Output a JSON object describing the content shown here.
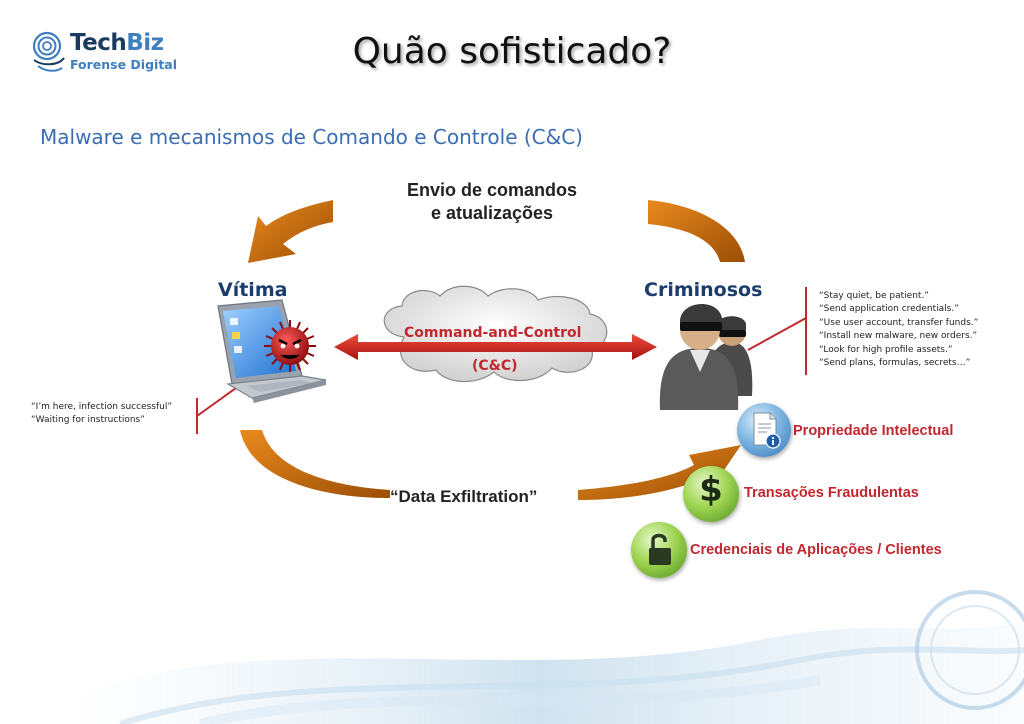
{
  "logo": {
    "brand_part1": "Tech",
    "brand_part2": "Biz",
    "tagline": "Forense Digital"
  },
  "title": "Quão sofisticado?",
  "subtitle": "Malware e mecanismos de Comando e Controle (C&C)",
  "diagram": {
    "victim_label": "Vítima",
    "criminals_label": "Criminosos",
    "commands_line1": "Envio de comandos",
    "commands_line2": "e atualizações",
    "cc_line1": "Command-and-Control",
    "cc_line2": "(C&C)",
    "exfiltration": "“Data Exfiltration”",
    "victim_quotes": [
      "“I’m here, infection successful”",
      "“Waiting for instructions”"
    ],
    "criminal_quotes": [
      "“Stay quiet, be patient.”",
      "“Send application credentials.”",
      "“Use user account, transfer funds.”",
      "“Install new malware, new orders.”",
      "“Look for high profile assets.”",
      "“Send plans, formulas, secrets…”"
    ],
    "assets": {
      "intellectual_property": "Propriedade Intelectual",
      "fraud": "Transações Fraudulentas",
      "credentials": "Credenciais de Aplicações / Clientes"
    }
  },
  "colors": {
    "title_blue": "#3b6db3",
    "label_navy": "#1c3d6c",
    "accent_red": "#c1272d",
    "arrow_orange": "#c96d10"
  },
  "icons": [
    "logo-icon",
    "laptop-icon",
    "virus-icon",
    "cloud-icon",
    "criminals-icon",
    "document-info-icon",
    "dollar-icon",
    "lock-icon"
  ]
}
